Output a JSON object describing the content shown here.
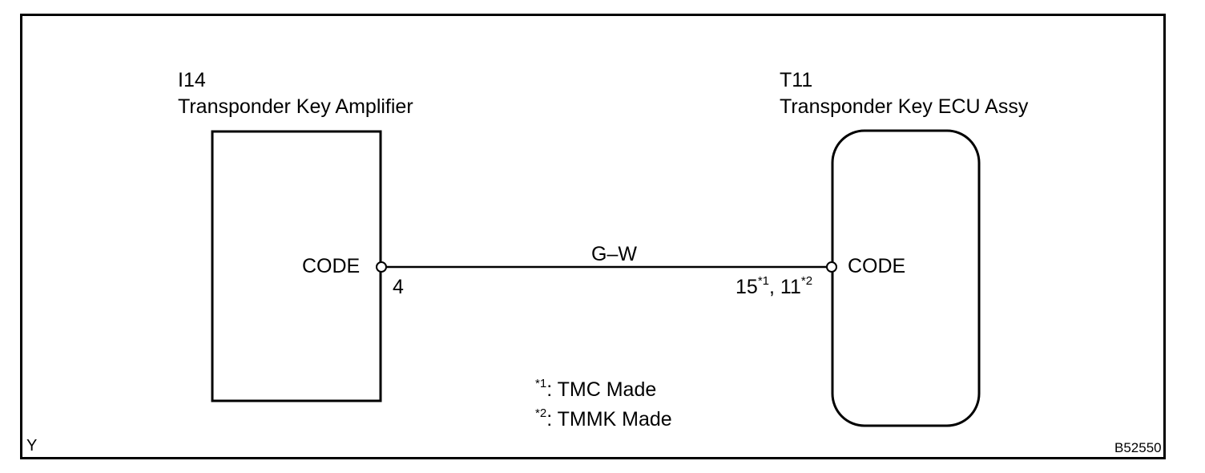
{
  "left_component": {
    "id": "I14",
    "name": "Transponder Key Amplifier",
    "terminal_label": "CODE",
    "pin": "4"
  },
  "right_component": {
    "id": "T11",
    "name": "Transponder Key ECU Assy",
    "terminal_label": "CODE",
    "pin_a": "15",
    "pin_a_note": "*1",
    "pin_sep": ", ",
    "pin_b": "11",
    "pin_b_note": "*2"
  },
  "wire": {
    "color_code": "G–W"
  },
  "notes": [
    {
      "mark": "*1",
      "text": ": TMC Made"
    },
    {
      "mark": "*2",
      "text": ": TMMK Made"
    }
  ],
  "corner_left": "Y",
  "figure_code": "B52550"
}
